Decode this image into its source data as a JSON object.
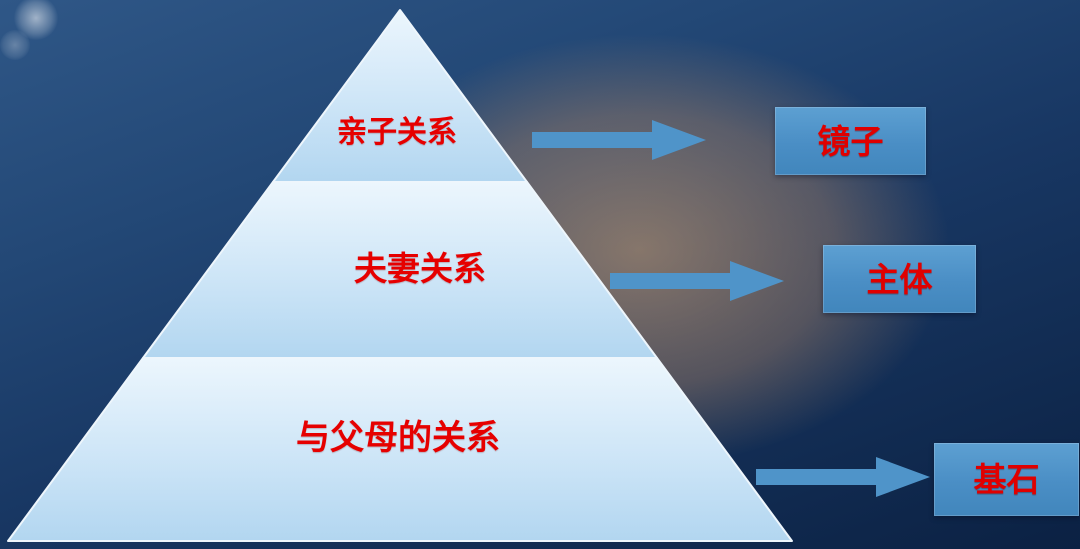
{
  "slide": {
    "type": "pyramid-diagram",
    "pyramid": {
      "levels": [
        {
          "label": "亲子关系"
        },
        {
          "label": "夫妻关系"
        },
        {
          "label": "与父母的关系"
        }
      ]
    },
    "callouts": [
      {
        "label": "镜子"
      },
      {
        "label": "主体"
      },
      {
        "label": "基石"
      }
    ],
    "colors": {
      "background_navy": "#173763",
      "glow_warm": "#e8a86e",
      "pyramid_top_fill": "#eaf4fc",
      "pyramid_bottom_fill": "#b6d8f0",
      "arrow_blue": "#4f94c9",
      "box_blue": "#4a8ec5",
      "text_red": "#e00000"
    }
  }
}
